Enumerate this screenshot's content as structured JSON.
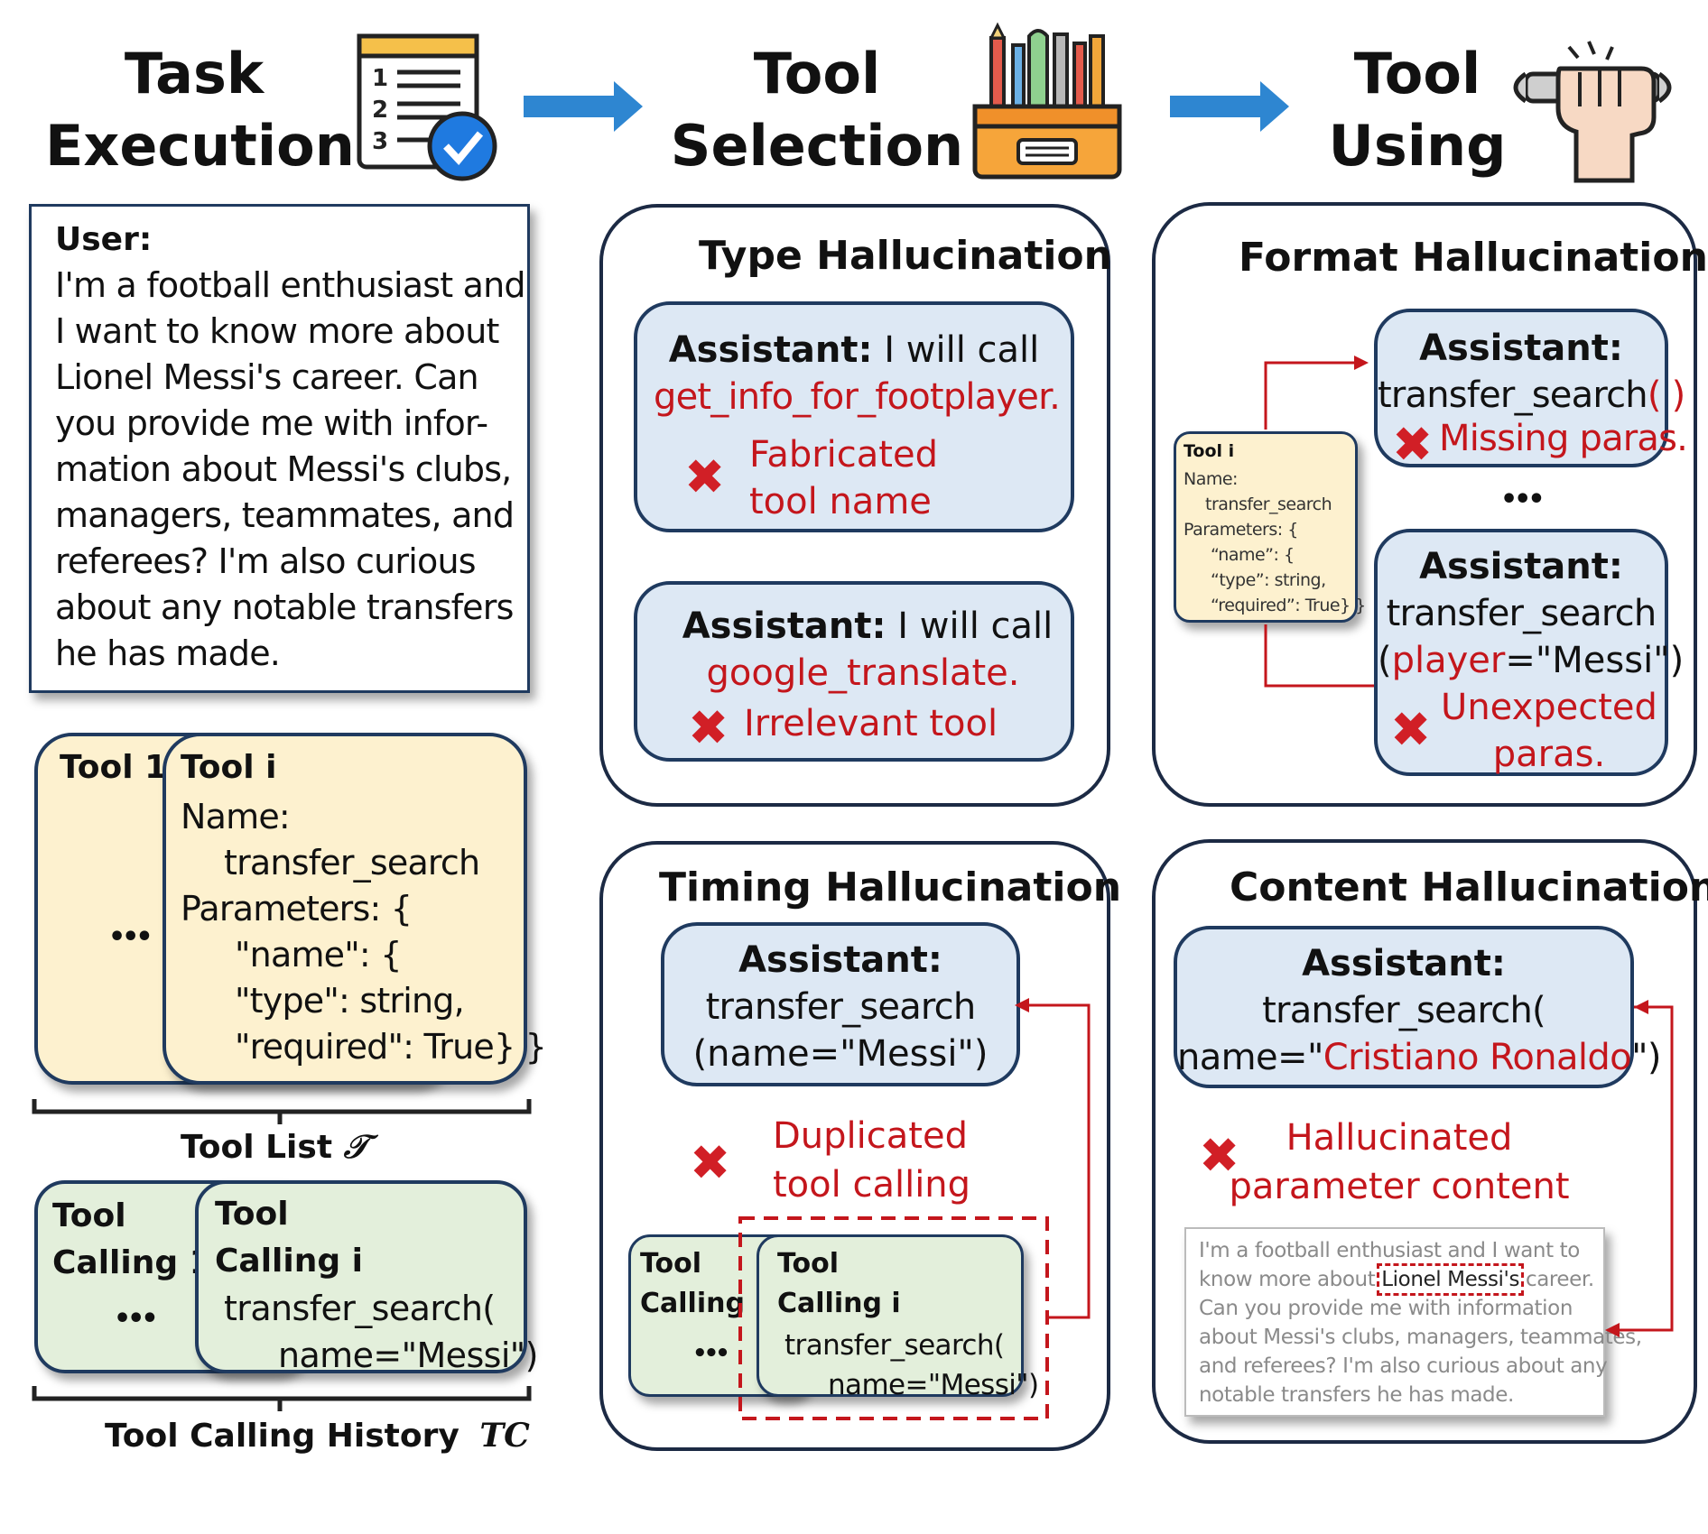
{
  "headers": {
    "task_line1": "Task",
    "task_line2": "Execution",
    "selection_line1": "Tool",
    "selection_line2": "Selection",
    "using_line1": "Tool",
    "using_line2": "Using"
  },
  "user_box": {
    "label": "User:",
    "lines": [
      "I'm a football enthusiast and",
      "I want to know more about",
      "Lionel Messi's career. Can",
      "you provide me with infor-",
      "mation about Messi's clubs,",
      "managers, teammates, and",
      "referees? I'm also curious",
      "about any notable transfers",
      "he has made."
    ]
  },
  "tool_list": {
    "card1_title": "Tool 1",
    "card1_dots": "•••",
    "cardi_title": "Tool i",
    "lines": [
      "Name:",
      "transfer_search",
      "Parameters: {",
      "\"name\": {",
      "\"type\": string,",
      "\"required\": True} }"
    ],
    "caption": "Tool List",
    "caption_symbol": "𝒯"
  },
  "tool_calling_history": {
    "card1_title_line1": "Tool",
    "card1_title_line2": "Calling 1",
    "card1_dots": "•••",
    "cardi_title_line1": "Tool",
    "cardi_title_line2": "Calling i",
    "call_line1": "transfer_search(",
    "call_line2": "name=\"Messi\")",
    "caption": "Tool Calling History",
    "caption_symbol": "TC"
  },
  "type_hallucination": {
    "title": "Type Hallucination",
    "bubble1_prefix": "Assistant:",
    "bubble1_text": " I will call",
    "bubble1_tool": "get_info_for_footplayer.",
    "bubble1_error_line1": "Fabricated",
    "bubble1_error_line2": "tool name",
    "bubble2_prefix": "Assistant:",
    "bubble2_text": " I will call",
    "bubble2_tool": "google_translate.",
    "bubble2_error": "Irrelevant tool"
  },
  "format_hallucination": {
    "title": "Format Hallucination",
    "mini_card_title": "Tool i",
    "mini_card_lines": [
      "Name:",
      "transfer_search",
      "Parameters: {",
      "“name”: {",
      "“type”: string,",
      "“required”: True} }"
    ],
    "bubble1_label": "Assistant:",
    "bubble1_call": "transfer_search",
    "bubble1_parens": "( )",
    "bubble1_error": "Missing paras.",
    "dots": "•••",
    "bubble2_label": "Assistant:",
    "bubble2_call": "transfer_search",
    "bubble2_open": "(",
    "bubble2_param": "player",
    "bubble2_value": "=\"Messi\")",
    "bubble2_error_line1": "Unexpected",
    "bubble2_error_line2": "paras."
  },
  "timing_hallucination": {
    "title": "Timing Hallucination",
    "bubble_label": "Assistant:",
    "bubble_line1": "transfer_search",
    "bubble_line2": "(name=\"Messi\")",
    "error_line1": "Duplicated",
    "error_line2": "tool calling",
    "card1_line1": "Tool",
    "card1_line2": "Calling 1",
    "card1_dots": "•••",
    "cardi_line1": "Tool",
    "cardi_line2": "Calling i",
    "cardi_call1": "transfer_search(",
    "cardi_call2": "name=\"Messi\")"
  },
  "content_hallucination": {
    "title": "Content Hallucination",
    "bubble_label": "Assistant:",
    "bubble_line1": "transfer_search(",
    "bubble_prefix": "name=\"",
    "bubble_value": "Cristiano Ronaldo",
    "bubble_suffix": "\")",
    "error_line1": "Hallucinated",
    "error_line2": "parameter content",
    "quote_line1": "I'm a football enthusiast and I want to",
    "quote_line2_a": "know more about ",
    "quote_line2_hl": "Lionel Messi's",
    "quote_line2_b": " career.",
    "quote_line3": "Can you provide me with information",
    "quote_line4": "about Messi's clubs, managers, teammates,",
    "quote_line5": "and referees? I'm also curious about any",
    "quote_line6": "notable transfers he has made."
  },
  "error_mark": "✖",
  "colors": {
    "bubble_fill": "#dde8f4",
    "tool_card_fill": "#fdf1cf",
    "calling_card_fill": "#e3efdb",
    "error_red": "#c4161c",
    "arrow_blue": "#2e86d1",
    "border_navy": "#1f3a5f"
  },
  "icons": [
    "checklist-icon",
    "toolbox-icon",
    "fist-wrench-icon",
    "right-arrow-icon",
    "error-x-icon"
  ]
}
